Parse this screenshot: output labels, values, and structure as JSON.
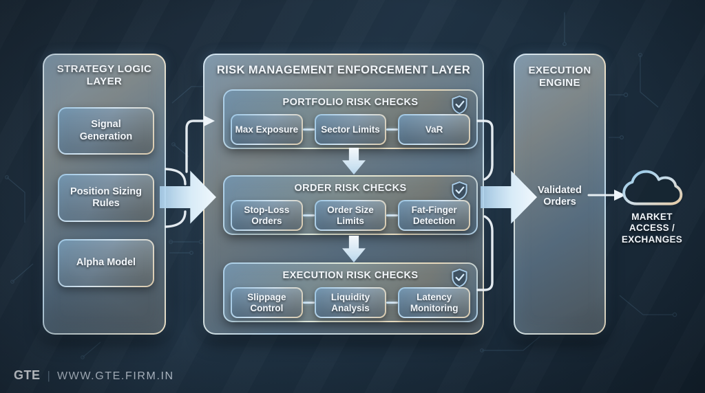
{
  "colors": {
    "background": "#1c2c3b",
    "panel_border_cool": "#bcd8ec",
    "panel_border_warm": "#ecdfc6",
    "arrow_fill": "#d8ebf7",
    "text": "#f3f7fb",
    "shield_accent": "#a9cde9",
    "cloud_gradient_start": "#8ec6e8",
    "cloud_gradient_end": "#e9cea8"
  },
  "strategy_layer": {
    "title": "STRATEGY LOGIC LAYER",
    "boxes": [
      "Signal Generation",
      "Position Sizing Rules",
      "Alpha Model"
    ]
  },
  "risk_layer": {
    "title": "RISK MANAGEMENT ENFORCEMENT LAYER",
    "sections": [
      {
        "title": "PORTFOLIO RISK CHECKS",
        "icon": "shield-check-icon",
        "checks": [
          "Max Exposure",
          "Sector Limits",
          "VaR"
        ]
      },
      {
        "title": "ORDER RISK CHECKS",
        "icon": "shield-check-icon",
        "checks": [
          "Stop-Loss Orders",
          "Order Size Limits",
          "Fat-Finger Detection"
        ]
      },
      {
        "title": "EXECUTION RISK CHECKS",
        "icon": "shield-check-icon",
        "checks": [
          "Slippage Control",
          "Liquidity Analysis",
          "Latency Monitoring"
        ]
      }
    ]
  },
  "execution_engine": {
    "title": "EXECUTION ENGINE",
    "output_label": "Validated Orders"
  },
  "market": {
    "icon": "cloud-icon",
    "label": "MARKET ACCESS / EXCHANGES"
  },
  "footer": {
    "brand": "GTE",
    "divider": "|",
    "website": "WWW.GTE.FIRM.IN"
  }
}
